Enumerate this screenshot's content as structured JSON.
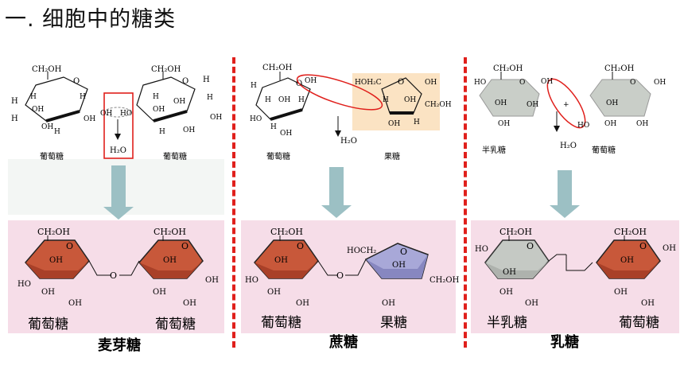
{
  "page": {
    "title": "一. 细胞中的糖类"
  },
  "labels": {
    "glucose": "葡萄糖",
    "fructose": "果糖",
    "galactose": "半乳糖",
    "water": "H₂O",
    "ch2oh": "CH₂OH",
    "hoh2c": "HOH₂C",
    "hoch2": "HOCH₂",
    "oh": "OH",
    "ho": "HO",
    "h": "H",
    "o": "O",
    "plus": "+"
  },
  "panels": [
    {
      "id": "maltose",
      "name": "麦芽糖",
      "left": "葡萄糖",
      "right": "葡萄糖"
    },
    {
      "id": "sucrose",
      "name": "蔗糖",
      "left": "葡萄糖",
      "right": "果糖"
    },
    {
      "id": "lactose",
      "name": "乳糖",
      "left": "半乳糖",
      "right": "葡萄糖"
    }
  ],
  "colors": {
    "pink": "#f6dde8",
    "glucose_ring": "#c8583a",
    "fructose_ring": "#a8a8d8",
    "galactose_ring": "#c5c9c4",
    "arrow": "#9cc0c4",
    "highlight": "#e0201c",
    "fructose_bg": "#fbe3c3"
  }
}
